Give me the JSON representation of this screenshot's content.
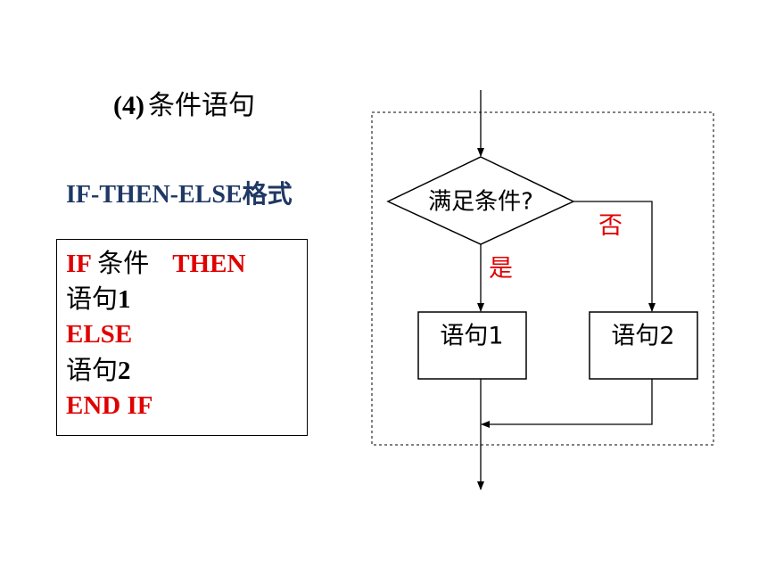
{
  "section_title": {
    "number": "(4)",
    "text": "条件语句"
  },
  "format_heading": "IF-THEN-ELSE格式",
  "code": {
    "line1": {
      "if": "IF",
      "condition": "条件",
      "then": "THEN"
    },
    "line2": {
      "stmt": "语句",
      "num": "1"
    },
    "line3": {
      "else": "ELSE"
    },
    "line4": {
      "stmt": "语句",
      "num": "2"
    },
    "line5": {
      "end": "END IF"
    }
  },
  "flowchart": {
    "decision": "满足条件?",
    "yes_label": "是",
    "no_label": "否",
    "stmt1": "语句1",
    "stmt2": "语句2"
  },
  "colors": {
    "keyword": "#e00000",
    "heading": "#1f3864",
    "text": "#000000"
  }
}
